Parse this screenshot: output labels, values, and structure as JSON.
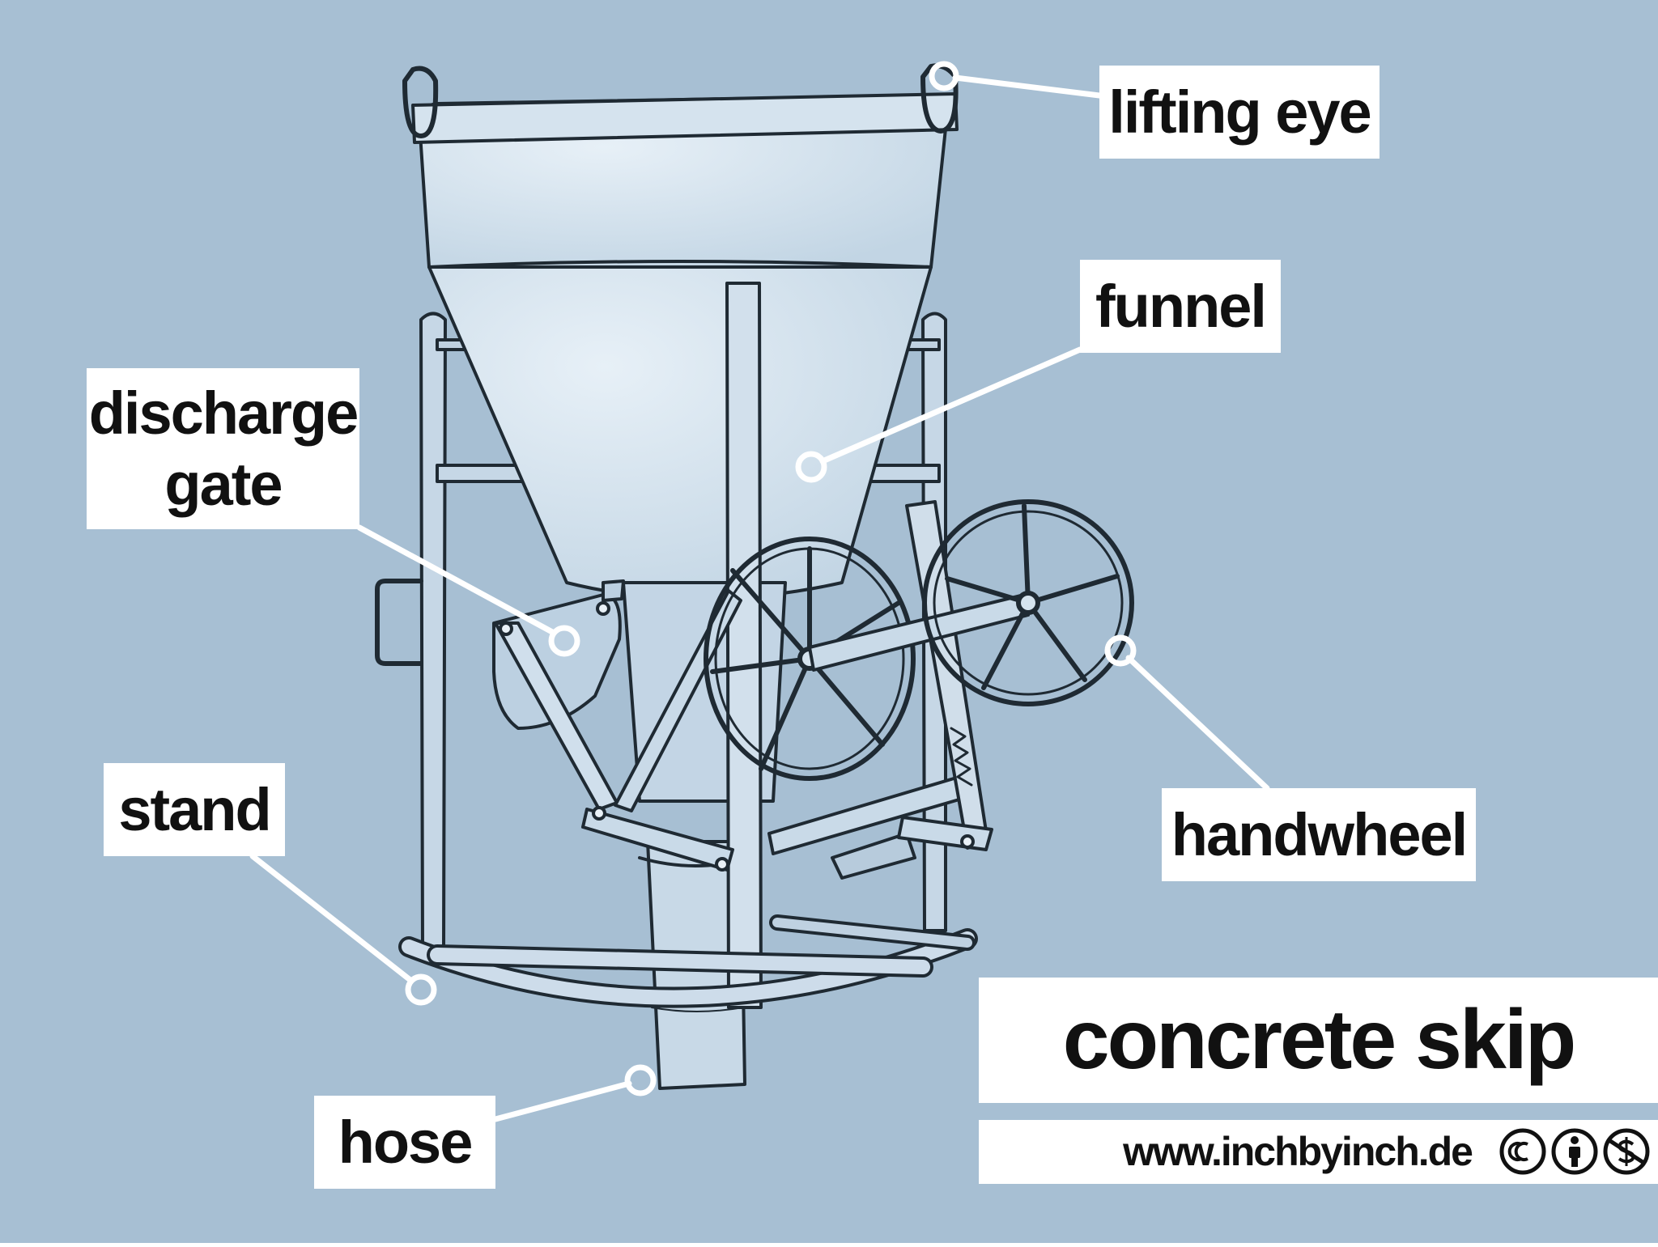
{
  "diagram": {
    "title": "concrete skip",
    "labels": {
      "lifting_eye": "lifting eye",
      "funnel": "funnel",
      "discharge_gate_line1": "discharge",
      "discharge_gate_line2": "gate",
      "stand": "stand",
      "handwheel": "handwheel",
      "hose": "hose"
    },
    "footer_url": "www.inchbyinch.de",
    "license_icons": [
      "cc-icon",
      "by-attribution-icon",
      "non-commercial-icon"
    ],
    "colors": {
      "background": "#a7bfd3",
      "object_fill": "#c8d9e7",
      "object_highlight": "#e4eef6",
      "outline": "#1f2a33",
      "label_bg": "#ffffff",
      "leader_line": "#ffffff"
    }
  }
}
